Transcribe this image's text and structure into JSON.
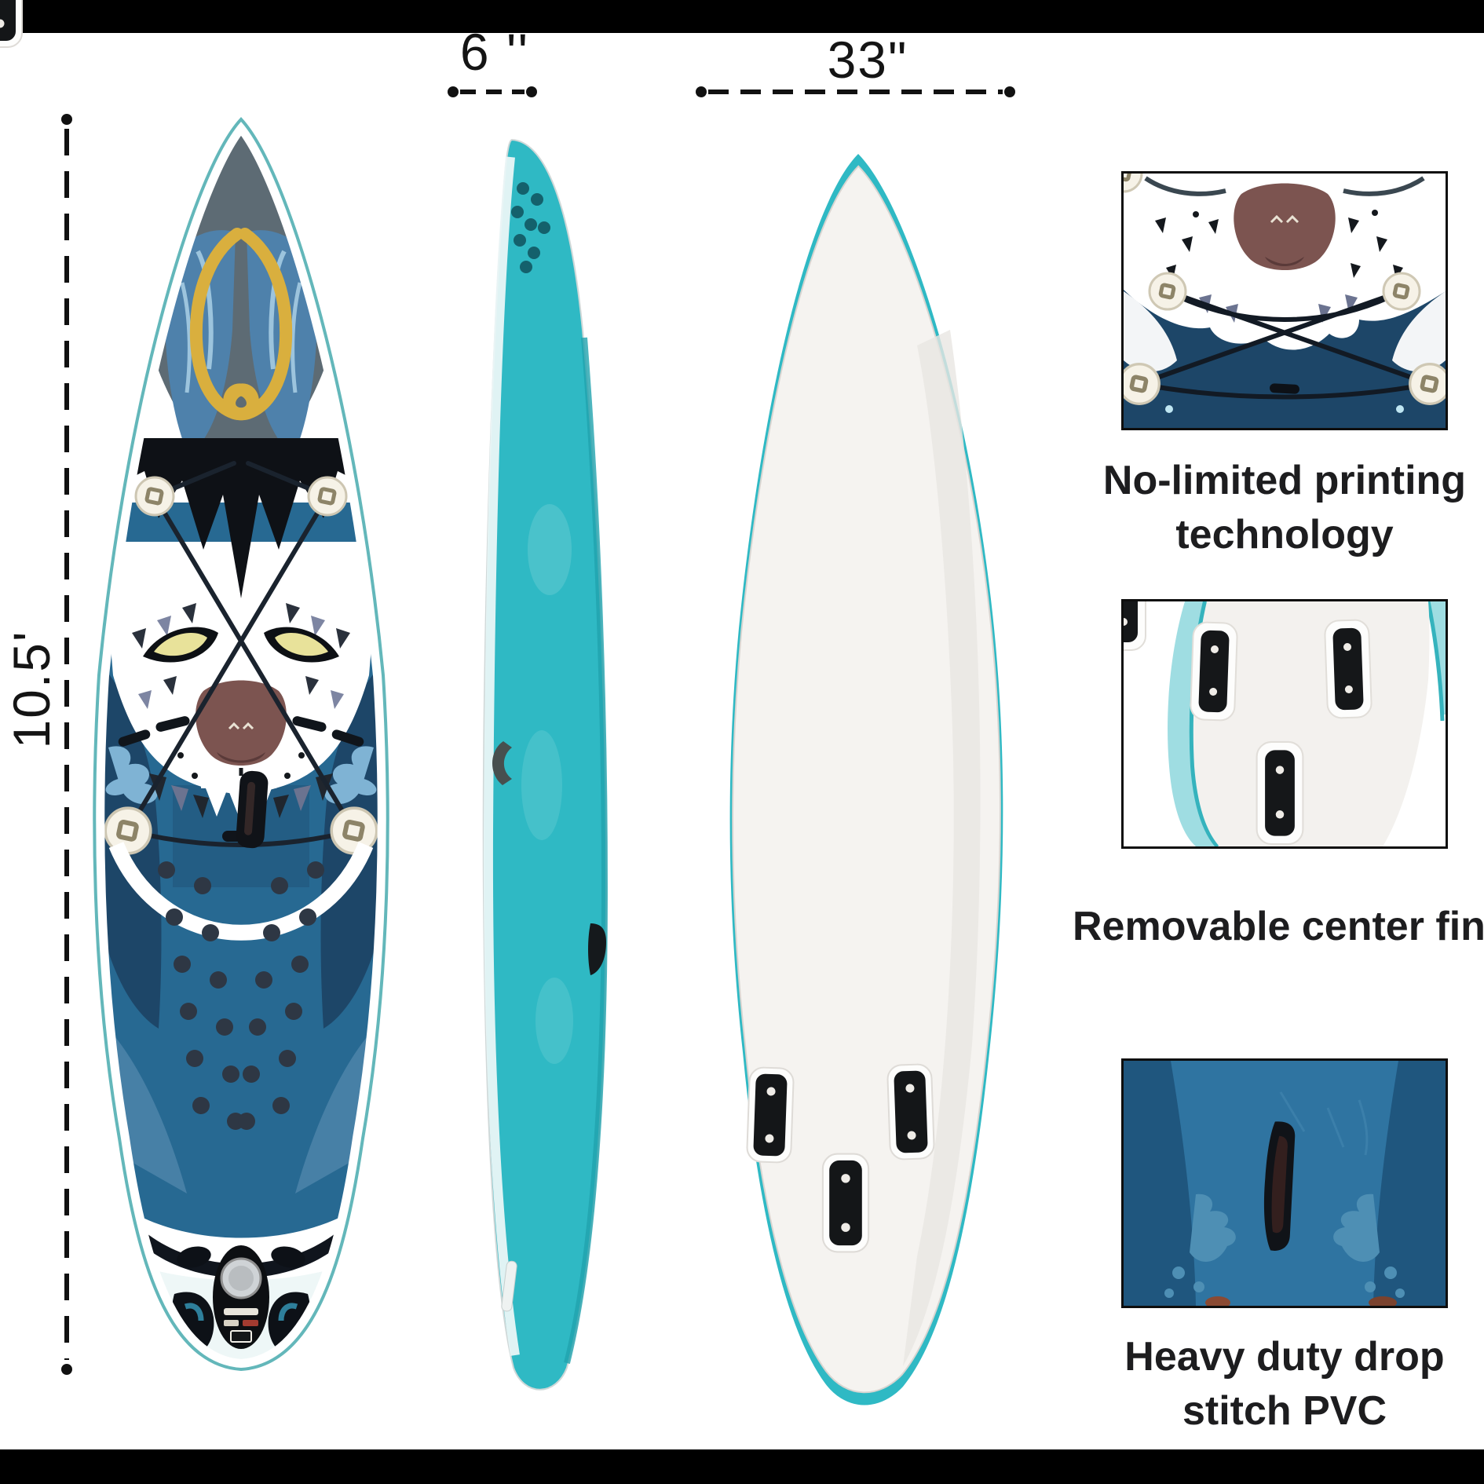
{
  "annotations": {
    "thickness": "6 ''",
    "width": "33\"",
    "length": "10.5'"
  },
  "features": [
    {
      "caption": "No-limited printing technology"
    },
    {
      "caption": "Removable center fin"
    },
    {
      "caption": "Heavy duty drop stitch PVC"
    }
  ],
  "colors": {
    "letterbox": "#000000",
    "annotation_text": "#141414",
    "caption_text": "#1d1d1f",
    "teal": "#2fb9c4",
    "deck_blue": "#276992",
    "side_panel_navy": "#1d4668",
    "splash_blue": "#7fb3d4",
    "gold": "#d9af3e",
    "nose_gray": "#5d6b74",
    "muzzle_brown": "#7c5450",
    "eye_yellow": "#e8e29a",
    "hull_white": "#f5f3f0",
    "fin_black": "#17181a"
  }
}
